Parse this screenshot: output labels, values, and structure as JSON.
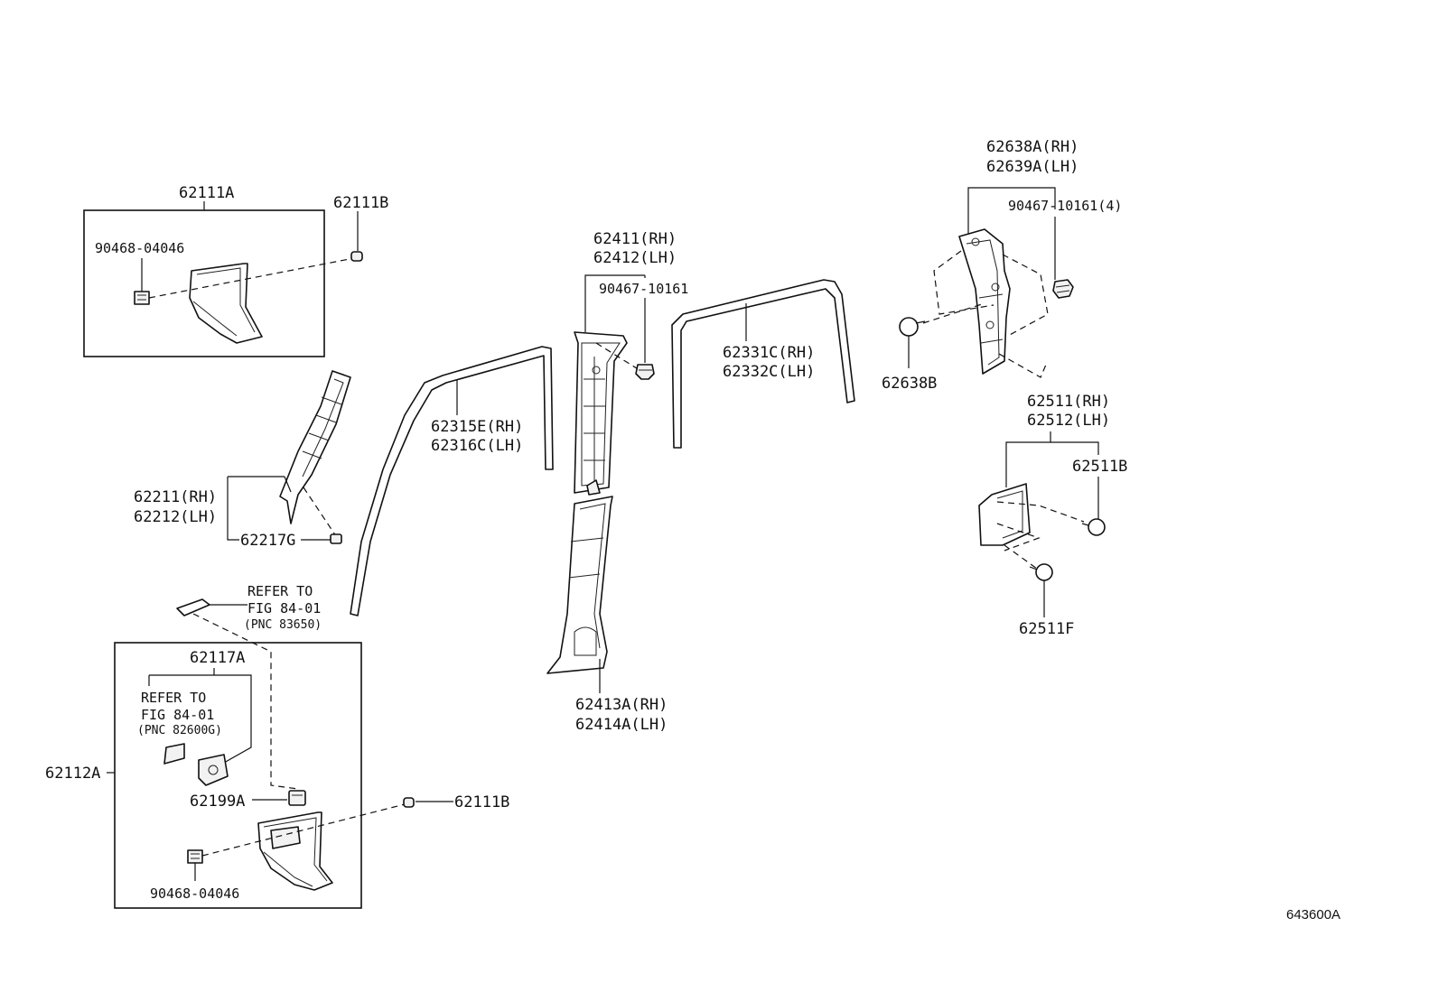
{
  "labels": {
    "p62111A": "62111A",
    "p62111B_top": "62111B",
    "p90468_top": "90468-04046",
    "p62211": "62211(RH)",
    "p62212": "62212(LH)",
    "p62217G": "62217G",
    "refer1_l1": "REFER TO",
    "refer1_l2": "FIG 84-01",
    "refer1_l3": "(PNC 83650)",
    "p62117A": "62117A",
    "refer2_l1": "REFER TO",
    "refer2_l2": "FIG 84-01",
    "refer2_l3": "(PNC 82600G)",
    "p62112A": "62112A",
    "p62199A": "62199A",
    "p62111B_bot": "62111B",
    "p90468_bot": "90468-04046",
    "p62315E": "62315E(RH)",
    "p62316C": "62316C(LH)",
    "p62411": "62411(RH)",
    "p62412": "62412(LH)",
    "p90467_mid": "90467-10161",
    "p62413A": "62413A(RH)",
    "p62414A": "62414A(LH)",
    "p62331C": "62331C(RH)",
    "p62332C": "62332C(LH)",
    "p62638A": "62638A(RH)",
    "p62639A": "62639A(LH)",
    "p90467_right": "90467-10161(4)",
    "p62638B": "62638B",
    "p62511": "62511(RH)",
    "p62512": "62512(LH)",
    "p62511B": "62511B",
    "p62511F": "62511F",
    "figure_id": "643600A"
  }
}
